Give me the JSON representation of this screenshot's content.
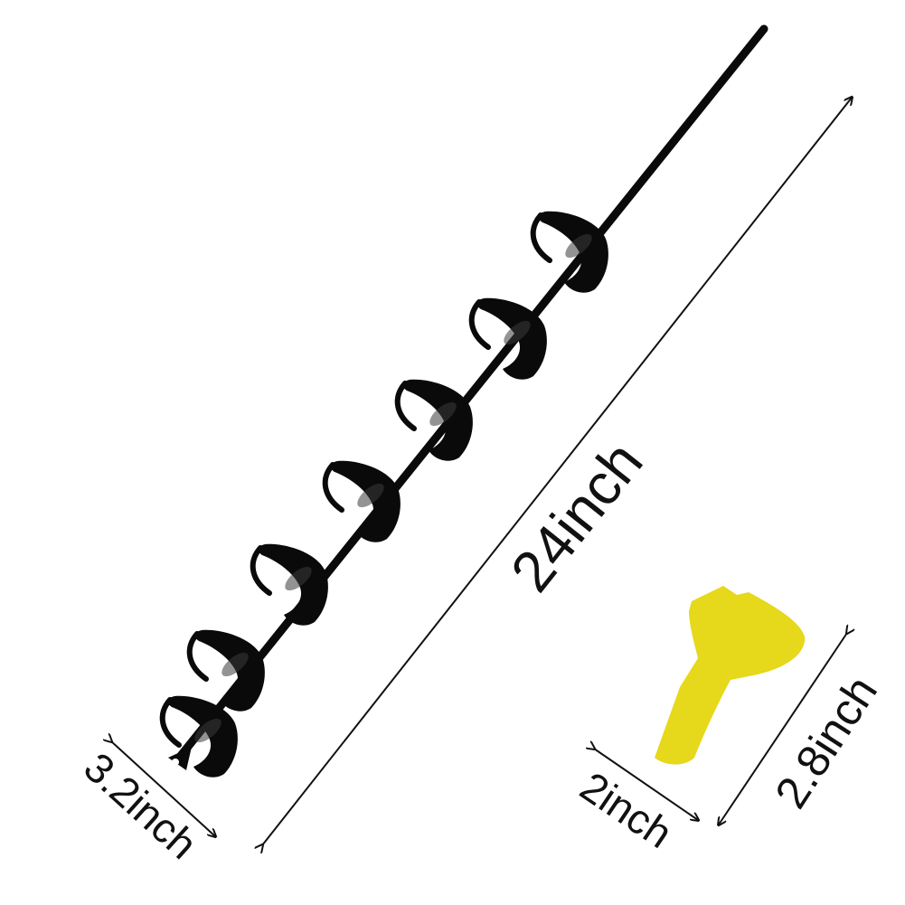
{
  "product": {
    "auger_name": "auger-drill-bit",
    "tag_name": "plant-label-tag"
  },
  "dimensions": {
    "length": "24inch",
    "blade_diameter": "3.2inch",
    "tag_width": "2inch",
    "tag_height": "2.8inch"
  },
  "colors": {
    "background": "#ffffff",
    "auger": "#0a0a0a",
    "auger_highlight": "#3a3a3a",
    "tag": "#e6d81a",
    "dimension_line": "#111111"
  }
}
